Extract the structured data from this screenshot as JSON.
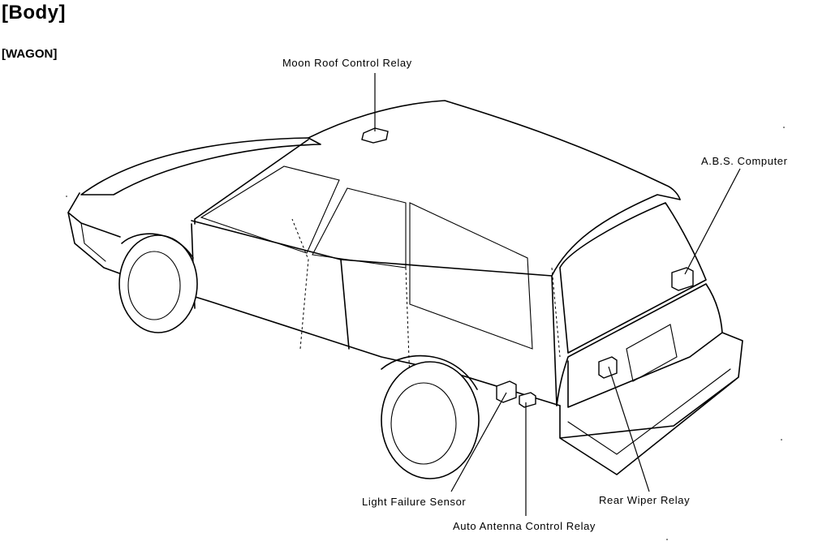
{
  "header": {
    "title": "[Body]",
    "subtitle": "[WAGON]"
  },
  "labels": {
    "moon_roof": "Moon Roof Control Relay",
    "abs_computer": "A.B.S. Computer",
    "light_failure": "Light Failure Sensor",
    "rear_wiper": "Rear Wiper Relay",
    "auto_antenna": "Auto Antenna Control Relay"
  }
}
